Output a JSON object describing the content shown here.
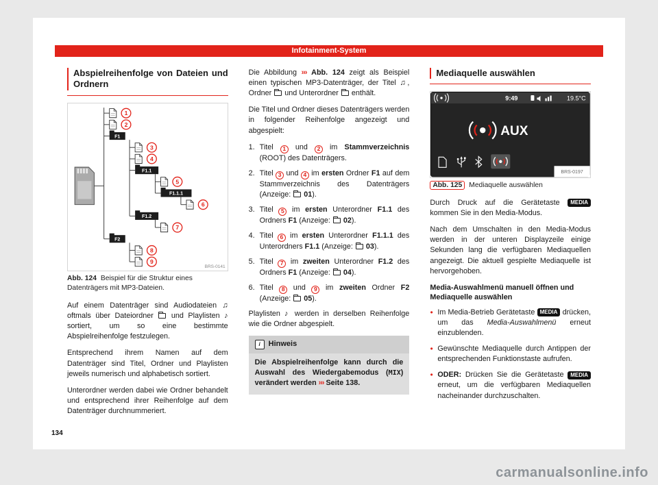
{
  "colors": {
    "accent_red": "#e2231a",
    "folder_black": "#1d1d1d"
  },
  "page": {
    "header": "Infotainment-System",
    "page_number": "134",
    "watermark": "carmanualsonline.info"
  },
  "col1": {
    "heading": "Abspielreihenfolge von Dateien und Ordnern",
    "figure": {
      "label": "Abb. 124",
      "caption": "Beispiel für die Struktur eines Datenträgers mit MP3-Dateien.",
      "code": "BRS-0141",
      "tree": {
        "rows": [
          {
            "kind": "file",
            "num": "1",
            "depth": 0
          },
          {
            "kind": "file",
            "num": "2",
            "depth": 0
          },
          {
            "kind": "folder",
            "label": "F1",
            "depth": 0
          },
          {
            "kind": "file",
            "num": "3",
            "depth": 1
          },
          {
            "kind": "file",
            "num": "4",
            "depth": 1
          },
          {
            "kind": "folder",
            "label": "F1.1",
            "depth": 1
          },
          {
            "kind": "file",
            "num": "5",
            "depth": 2
          },
          {
            "kind": "folder",
            "label": "F1.1.1",
            "depth": 2
          },
          {
            "kind": "file",
            "num": "6",
            "depth": 3
          },
          {
            "kind": "folder",
            "label": "F1.2",
            "depth": 1
          },
          {
            "kind": "file",
            "num": "7",
            "depth": 2
          },
          {
            "kind": "folder",
            "label": "F2",
            "depth": 0
          },
          {
            "kind": "file",
            "num": "8",
            "depth": 1
          },
          {
            "kind": "file",
            "num": "9",
            "depth": 1
          }
        ]
      }
    },
    "paragraphs": [
      [
        {
          "t": "Auf einem Datenträger sind Audiodateien "
        },
        {
          "icon": "music"
        },
        {
          "t": " oftmals über Dateiordner "
        },
        {
          "icon": "folder"
        },
        {
          "t": " und Playlisten "
        },
        {
          "icon": "playlist"
        },
        {
          "t": " sortiert, um so eine bestimmte Abspielreihenfolge festzulegen."
        }
      ],
      [
        {
          "t": "Entsprechend ihrem Namen auf dem Datenträger sind Titel, Ordner und Playlisten jeweils numerisch und alphabetisch sortiert."
        }
      ],
      [
        {
          "t": "Unterordner werden dabei wie Ordner behandelt und entsprechend ihrer Reihenfolge auf dem Datenträger durchnummeriert."
        }
      ]
    ]
  },
  "col2": {
    "intro": [
      [
        {
          "t": "Die Abbildung "
        },
        {
          "red": "›››"
        },
        {
          "t": " "
        },
        {
          "b": "Abb. 124"
        },
        {
          "t": " zeigt als Beispiel einen typischen MP3-Datenträger, der Titel "
        },
        {
          "icon": "music"
        },
        {
          "t": ", Ordner "
        },
        {
          "icon": "folder"
        },
        {
          "t": " und Unterordner "
        },
        {
          "icon": "folder"
        },
        {
          "t": " enthält."
        }
      ],
      [
        {
          "t": "Die Titel und Ordner dieses Datenträgers werden in folgender Reihenfolge angezeigt und abgespielt:"
        }
      ]
    ],
    "list": [
      {
        "num": "1.",
        "segments": [
          {
            "t": "Titel "
          },
          {
            "circ": "1"
          },
          {
            "t": " und "
          },
          {
            "circ": "2"
          },
          {
            "t": " im "
          },
          {
            "b": "Stammverzeichnis"
          },
          {
            "t": " (ROOT) des Datenträgers."
          }
        ]
      },
      {
        "num": "2.",
        "segments": [
          {
            "t": "Titel "
          },
          {
            "circ": "3"
          },
          {
            "t": " und "
          },
          {
            "circ": "4"
          },
          {
            "t": " im "
          },
          {
            "b": "ersten"
          },
          {
            "t": " Ordner "
          },
          {
            "b": "F1"
          },
          {
            "t": " auf dem Stammverzeichnis des Datenträgers (Anzeige: "
          },
          {
            "icon": "folder"
          },
          {
            "t": " "
          },
          {
            "b": "01"
          },
          {
            "t": ")."
          }
        ]
      },
      {
        "num": "3.",
        "segments": [
          {
            "t": "Titel "
          },
          {
            "circ": "5"
          },
          {
            "t": " im "
          },
          {
            "b": "ersten"
          },
          {
            "t": " Unterordner "
          },
          {
            "b": "F1.1"
          },
          {
            "t": " des Ordners "
          },
          {
            "b": "F1"
          },
          {
            "t": " (Anzeige: "
          },
          {
            "icon": "folder"
          },
          {
            "t": " "
          },
          {
            "b": "02"
          },
          {
            "t": ")."
          }
        ]
      },
      {
        "num": "4.",
        "segments": [
          {
            "t": "Titel "
          },
          {
            "circ": "6"
          },
          {
            "t": " im "
          },
          {
            "b": "ersten"
          },
          {
            "t": " Unterordner "
          },
          {
            "b": "F1.1.1"
          },
          {
            "t": " des Unterordners "
          },
          {
            "b": "F1.1"
          },
          {
            "t": " (Anzeige: "
          },
          {
            "icon": "folder"
          },
          {
            "t": " "
          },
          {
            "b": "03"
          },
          {
            "t": ")."
          }
        ]
      },
      {
        "num": "5.",
        "segments": [
          {
            "t": "Titel "
          },
          {
            "circ": "7"
          },
          {
            "t": " im "
          },
          {
            "b": "zweiten"
          },
          {
            "t": " Unterordner "
          },
          {
            "b": "F1.2"
          },
          {
            "t": " des Ordners "
          },
          {
            "b": "F1"
          },
          {
            "t": " (Anzeige: "
          },
          {
            "icon": "folder"
          },
          {
            "t": " "
          },
          {
            "b": "04"
          },
          {
            "t": ")."
          }
        ]
      },
      {
        "num": "6.",
        "segments": [
          {
            "t": "Titel "
          },
          {
            "circ": "8"
          },
          {
            "t": " und "
          },
          {
            "circ": "9"
          },
          {
            "t": " im "
          },
          {
            "b": "zweiten"
          },
          {
            "t": " Ordner "
          },
          {
            "b": "F2"
          },
          {
            "t": " (Anzeige: "
          },
          {
            "icon": "folder"
          },
          {
            "t": " "
          },
          {
            "b": "05"
          },
          {
            "t": ")."
          }
        ]
      }
    ],
    "outro": [
      [
        {
          "t": "Playlisten "
        },
        {
          "icon": "playlist"
        },
        {
          "t": " werden in derselben Reihenfolge wie die Ordner abgespielt."
        }
      ]
    ],
    "note": {
      "icon_glyph": "i",
      "title": "Hinweis",
      "body": [
        {
          "t": "Die Abspielreihenfolge kann durch die Auswahl des Wiedergabemodus ("
        },
        {
          "mono": "MIX"
        },
        {
          "t": ") verändert werden "
        },
        {
          "red": "›››"
        },
        {
          "t": " "
        },
        {
          "b": "Seite 138"
        },
        {
          "t": "."
        }
      ]
    }
  },
  "col3": {
    "heading": "Mediaquelle auswählen",
    "figure": {
      "label": "Abb. 125",
      "caption": "Mediaquelle auswählen",
      "code": "BRS-0197",
      "screen": {
        "time": "9:49",
        "temp": "19.5°C",
        "source": "AUX"
      }
    },
    "paragraphs": [
      [
        {
          "t": "Durch Druck auf die Gerätetaste "
        },
        {
          "key": "MEDIA"
        },
        {
          "t": " kommen Sie in den Media-Modus."
        }
      ],
      [
        {
          "t": "Nach dem Umschalten in den Media-Modus werden in der unteren Displayzeile einige Sekunden lang die verfügbaren Mediaquellen angezeigt. Die aktuell gespielte Mediaquelle ist hervorgehoben."
        }
      ]
    ],
    "subheading": "Media-Auswahlmenü manuell öffnen und Mediaquelle auswählen",
    "bullets": [
      {
        "segments": [
          {
            "t": "Im Media-Betrieb Gerätetaste "
          },
          {
            "key": "MEDIA"
          },
          {
            "t": " drücken, um das "
          },
          {
            "i": "Media-Auswahlmenü"
          },
          {
            "t": " erneut einzublenden."
          }
        ]
      },
      {
        "segments": [
          {
            "t": "Gewünschte Mediaquelle durch Antippen der entsprechenden Funktionstaste aufrufen."
          }
        ]
      },
      {
        "segments": [
          {
            "b": "ODER:"
          },
          {
            "t": " Drücken Sie die Gerätetaste "
          },
          {
            "key": "MEDIA"
          },
          {
            "t": " erneut, um die verfügbaren Mediaquellen nacheinander durchzuschalten."
          }
        ]
      }
    ]
  }
}
